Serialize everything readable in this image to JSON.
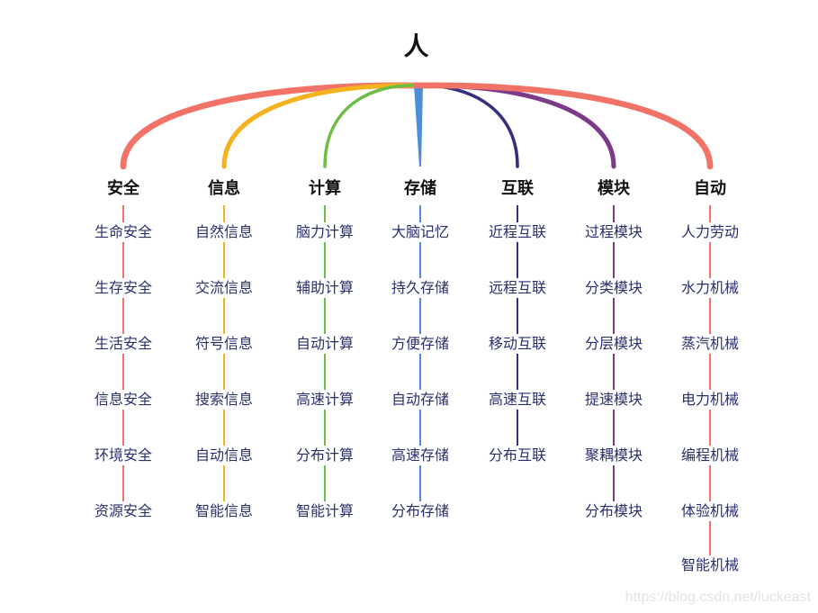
{
  "root": {
    "label": "人"
  },
  "categories": [
    {
      "label": "安全",
      "color": "#f17367",
      "items": [
        "生命安全",
        "生存安全",
        "生活安全",
        "信息安全",
        "环境安全",
        "资源安全"
      ]
    },
    {
      "label": "信息",
      "color": "#f4b21f",
      "items": [
        "自然信息",
        "交流信息",
        "符号信息",
        "搜索信息",
        "自动信息",
        "智能信息"
      ]
    },
    {
      "label": "计算",
      "color": "#6cbd45",
      "items": [
        "脑力计算",
        "辅助计算",
        "自动计算",
        "高速计算",
        "分布计算",
        "智能计算"
      ]
    },
    {
      "label": "存储",
      "color": "#4c8fd8",
      "items": [
        "大脑记忆",
        "持久存储",
        "方便存储",
        "自动存储",
        "高速存储",
        "分布存储"
      ]
    },
    {
      "label": "互联",
      "color": "#35317c",
      "items": [
        "近程互联",
        "远程互联",
        "移动互联",
        "高速互联",
        "分布互联"
      ]
    },
    {
      "label": "模块",
      "color": "#7c3b89",
      "items": [
        "过程模块",
        "分类模块",
        "分层模块",
        "提速模块",
        "聚耦模块",
        "分布模块"
      ]
    },
    {
      "label": "自动",
      "color": "#f17367",
      "items": [
        "人力劳动",
        "水力机械",
        "蒸汽机械",
        "电力机械",
        "编程机械",
        "体验机械",
        "智能机械"
      ]
    }
  ],
  "watermark": "https://blog.csdn.net/luckeast"
}
